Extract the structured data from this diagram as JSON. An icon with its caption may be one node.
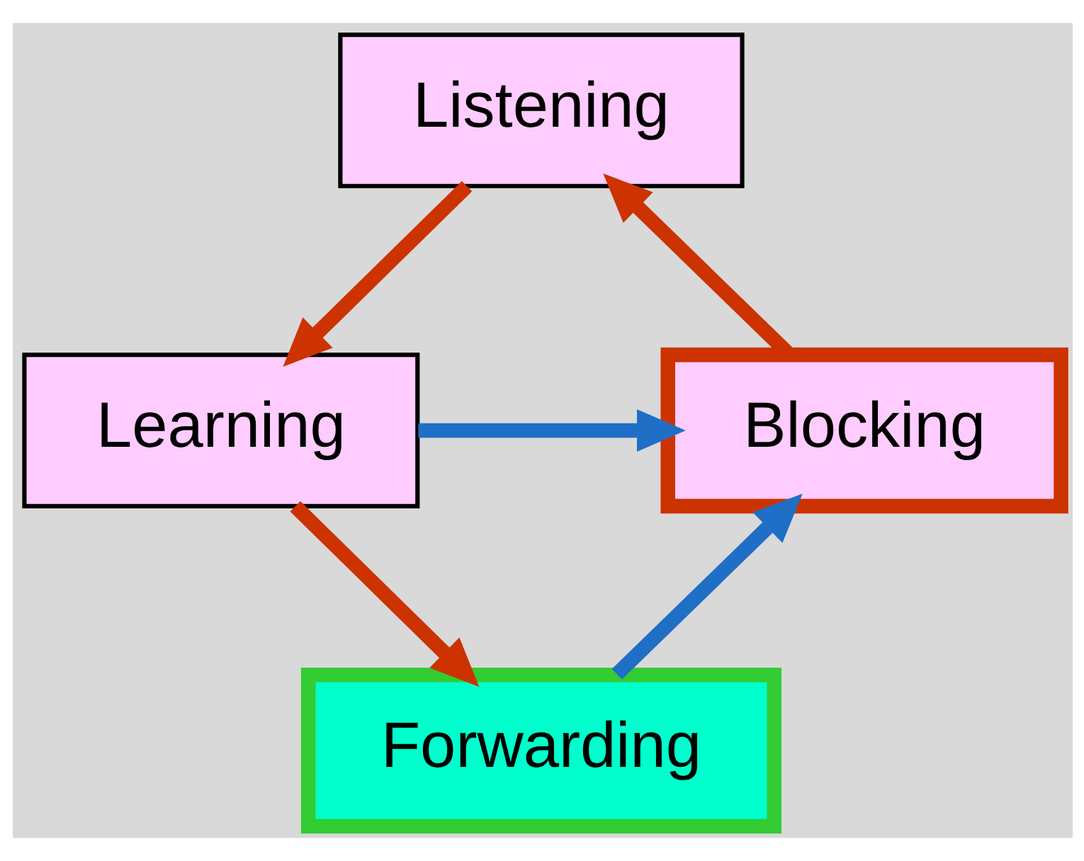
{
  "diagram": {
    "nodes": [
      {
        "text": [
          "Listening"
        ]
      },
      {
        "text": [
          "Blocking"
        ]
      },
      {
        "text": [
          "Learning"
        ]
      },
      {
        "text": [
          "Forwarding"
        ]
      }
    ],
    "edges": [
      {
        "from": 1,
        "to": 0,
        "arrow": "to"
      },
      {
        "from": 0,
        "to": 2,
        "arrow": "to"
      },
      {
        "from": 2,
        "to": 1,
        "arrow": "to",
        "color": "#1f6fc6"
      },
      {
        "from": 2,
        "to": 3,
        "arrow": "to"
      },
      {
        "from": 3,
        "to": 1,
        "arrow": "to",
        "color": "#1f6fc6"
      }
    ]
  }
}
